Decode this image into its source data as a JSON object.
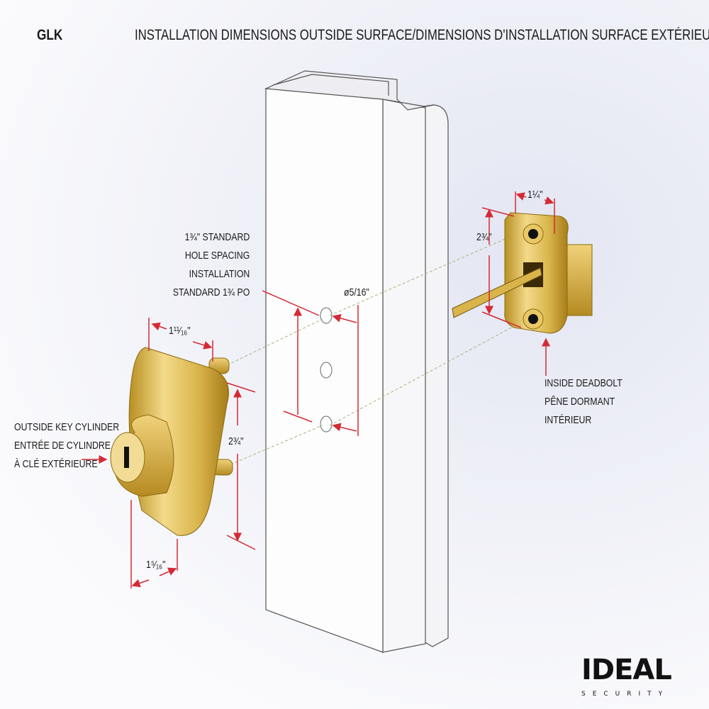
{
  "header": {
    "model": "GLK",
    "title": "INSTALLATION DIMENSIONS OUTSIDE SURFACE/DIMENSIONS D'INSTALLATION SURFACE EXTÉRIEURE"
  },
  "labels": {
    "hole_spacing": [
      "1¾\" STANDARD",
      "HOLE SPACING",
      "INSTALLATION",
      "STANDARD 1¾ PO"
    ],
    "hole_diameter": "ø5/16\"",
    "outside_cylinder": [
      "OUTSIDE KEY CYLINDER",
      "ENTRÉE DE CYLINDRE",
      "À CLÉ EXTÉRIEURE"
    ],
    "inside_deadbolt": [
      "INSIDE DEADBOLT",
      "PÊNE DORMANT",
      "INTÉRIEUR"
    ]
  },
  "dimensions": {
    "outside_depth": "1¹¹⁄₁₆\"",
    "outside_height": "2¾\"",
    "outside_width": "1⁵⁄₁₆\"",
    "inside_width": "1¼\"",
    "inside_height": "2¾\""
  },
  "logo": {
    "brand": "IDEAL",
    "sub": "SECURITY"
  },
  "colors": {
    "dimension_line": "#d42a35",
    "brass": "#d9b44a",
    "frame": "#ffffff"
  }
}
